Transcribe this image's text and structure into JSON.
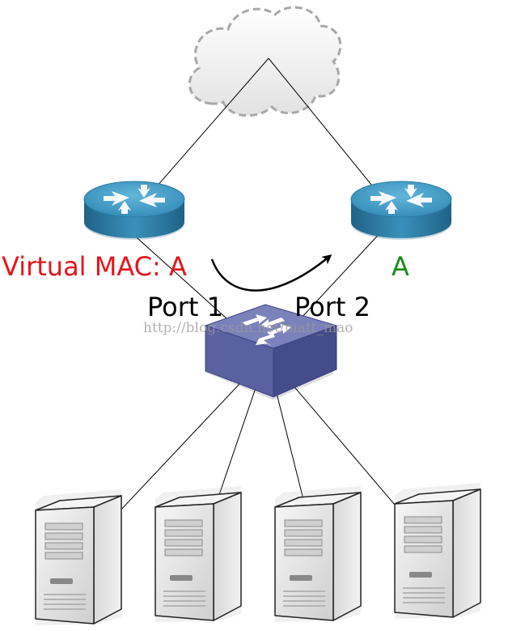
{
  "labels": {
    "router_left": "Virtual MAC: A",
    "router_right": "A",
    "port1": "Port 1",
    "port2": "Port 2"
  },
  "watermark": "http://blog.csdn.net/matt_mao",
  "colors": {
    "router_left_label": "#e8141b",
    "router_right_label": "#1a8a1a",
    "router_body": "#2c7ea8",
    "router_top": "#4aa4cc",
    "switch_top": "#6e76b2",
    "switch_side": "#4a5294",
    "cloud_fill": "#eeeeee",
    "cloud_border": "#aaaaaa",
    "server_fill": "#e6e6e6",
    "line": "#000000"
  },
  "icons": [
    "cloud-icon",
    "router-icon",
    "switch-icon",
    "server-icon",
    "arrow-icon"
  ]
}
